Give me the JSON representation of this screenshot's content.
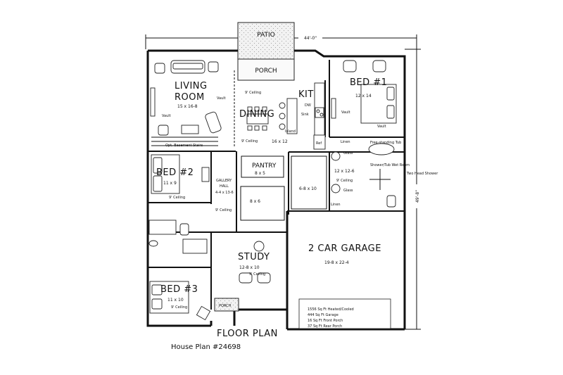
{
  "dimensions": {
    "width_label": "44'-0\"",
    "depth_label": "49'-8\""
  },
  "rooms": {
    "patio": "PATIO",
    "porch_rear": "PORCH",
    "living": {
      "name1": "LIVING",
      "name2": "ROOM",
      "size": "15 x 16-8",
      "vault1": "Vault",
      "vault2": "Vault",
      "basement": "Opt. Basement Stairs"
    },
    "dining": {
      "name": "DINING",
      "size": "16 x 12",
      "ceiling1": "9' Ceiling",
      "ceiling2": "9' Ceiling"
    },
    "kitchen": {
      "name": "KIT",
      "dw": "DW",
      "sink": "Sink",
      "island": "Island",
      "ref": "Ref"
    },
    "bed1": {
      "name": "BED #1",
      "size": "12 x 14",
      "vault1": "Vault",
      "vault2": "Vault"
    },
    "bath1": {
      "linen1": "Linen",
      "linen2": "Linen",
      "glass1": "Glass",
      "glass2": "Glass",
      "tub": "Free-standing Tub",
      "shower": "Shower/Tub Wet Room",
      "size": "12 x 12-6",
      "ceiling": "9' Ceiling",
      "two_head": "Two Head Shower"
    },
    "pantry": {
      "name": "PANTRY",
      "size": "8 x 5"
    },
    "closet1": {
      "size": "6-8 x 10"
    },
    "bed2": {
      "name": "BED #2",
      "size": "11 x 9",
      "ceiling": "9' Ceiling"
    },
    "gallery": {
      "name1": "GALLERY",
      "name2": "HALL",
      "size": "4-4 x 13-6",
      "ceiling": "9' Ceiling"
    },
    "laundry": {
      "size": "8 x 6"
    },
    "garage": {
      "name": "2 CAR GARAGE",
      "size": "19-8 x 22-4"
    },
    "study": {
      "name": "STUDY",
      "size": "12-8 x 10",
      "ceiling": "9' Ceiling"
    },
    "bed3": {
      "name": "BED #3",
      "size": "11 x 10",
      "ceiling": "9' Ceiling"
    },
    "porch_front": "PORCH"
  },
  "areas": [
    "1556 Sq Ft Heated/Cooled",
    "444 Sq Ft Garage",
    "16 Sq Ft Front Porch",
    "37 Sq Ft Rear Porch"
  ],
  "title": "FLOOR PLAN",
  "plan_number": "House Plan #24698"
}
